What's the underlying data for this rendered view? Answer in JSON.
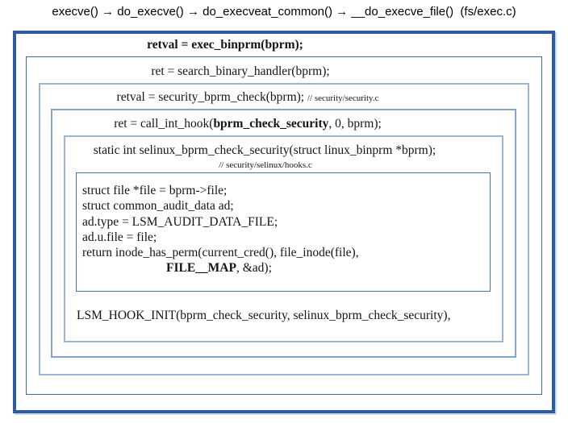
{
  "title": "execve() → do_execve() → do_execveat_common() → __do_execve_file()  (fs/exec.c)",
  "colors": {
    "outer_border": "#2e5b9e",
    "medium_border": "#3f6aa6",
    "light_border": "#9db4d6",
    "text": "#141414",
    "background": "#ffffff"
  },
  "lines": {
    "exec_binprm": "retval = exec_binprm(bprm);",
    "search_binary_handler": "ret = search_binary_handler(bprm);",
    "security_bprm_check": "retval = security_bprm_check(bprm);",
    "security_c_comment": "// security/security.c",
    "call_int_hook_prefix": "ret = call_int_hook(",
    "call_int_hook_bold": "bprm_check_security",
    "call_int_hook_suffix": ", 0, bprm);",
    "selinux_signature": "static int selinux_bprm_check_security(struct linux_binprm *bprm);",
    "selinux_hooks_comment": "// security/selinux/hooks.c",
    "lsm_hook_init": "LSM_HOOK_INIT(bprm_check_security, selinux_bprm_check_security),"
  },
  "code": {
    "lines": [
      "struct file *file = bprm->file;",
      "struct common_audit_data ad;",
      "ad.type = LSM_AUDIT_DATA_FILE;",
      "ad.u.file = file;",
      "return inode_has_perm(current_cred(), file_inode(file),"
    ],
    "continuation_bold": "FILE__MAP",
    "continuation_suffix": ", &ad);"
  }
}
